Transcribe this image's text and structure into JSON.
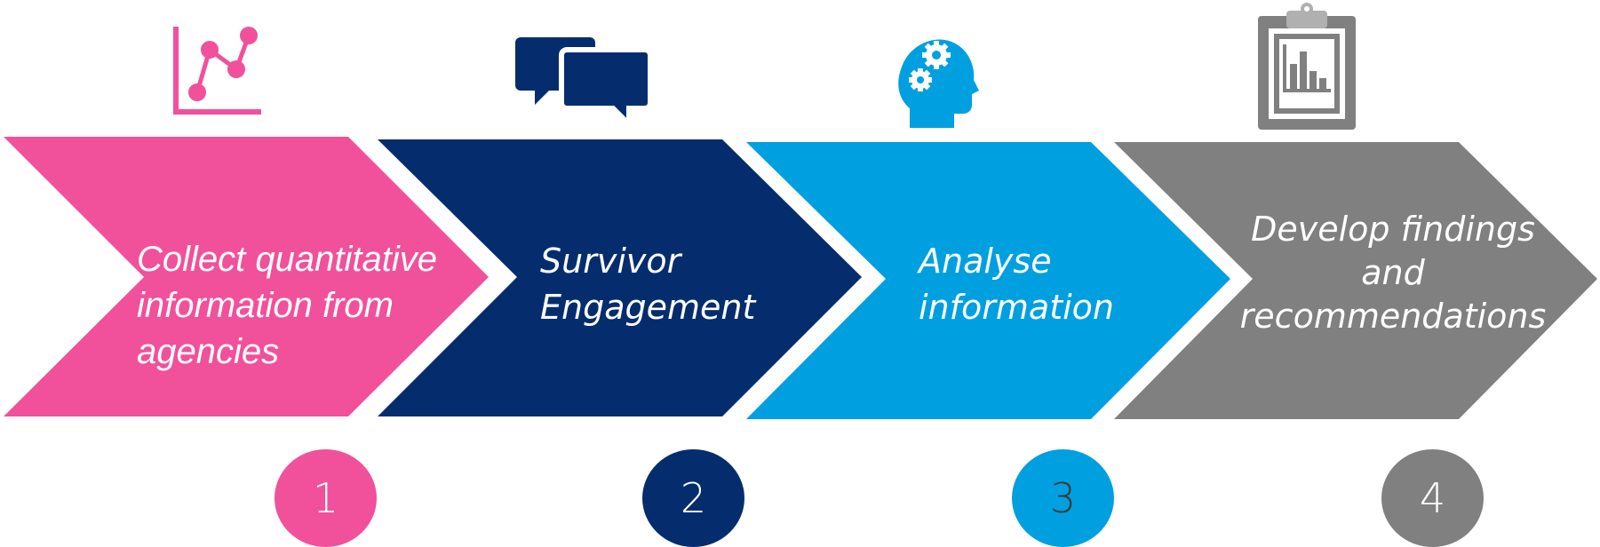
{
  "colors": {
    "pink": "#f0519a",
    "navy": "#052d6e",
    "blue": "#009fe0",
    "grey": "#808080",
    "white": "#ffffff"
  },
  "steps": [
    {
      "number": "1",
      "lines": [
        "Collect quantitative",
        "information from",
        "agencies"
      ],
      "icon": "line-chart-icon",
      "color": "#f0519a"
    },
    {
      "number": "2",
      "lines": [
        "Survivor",
        "Engagement"
      ],
      "icon": "speech-bubbles-icon",
      "color": "#052d6e"
    },
    {
      "number": "3",
      "lines": [
        "Analyse",
        "information"
      ],
      "icon": "head-gears-icon",
      "color": "#009fe0"
    },
    {
      "number": "4",
      "lines": [
        "Develop findings",
        "and",
        "recommendations"
      ],
      "icon": "clipboard-chart-icon",
      "color": "#808080"
    }
  ]
}
